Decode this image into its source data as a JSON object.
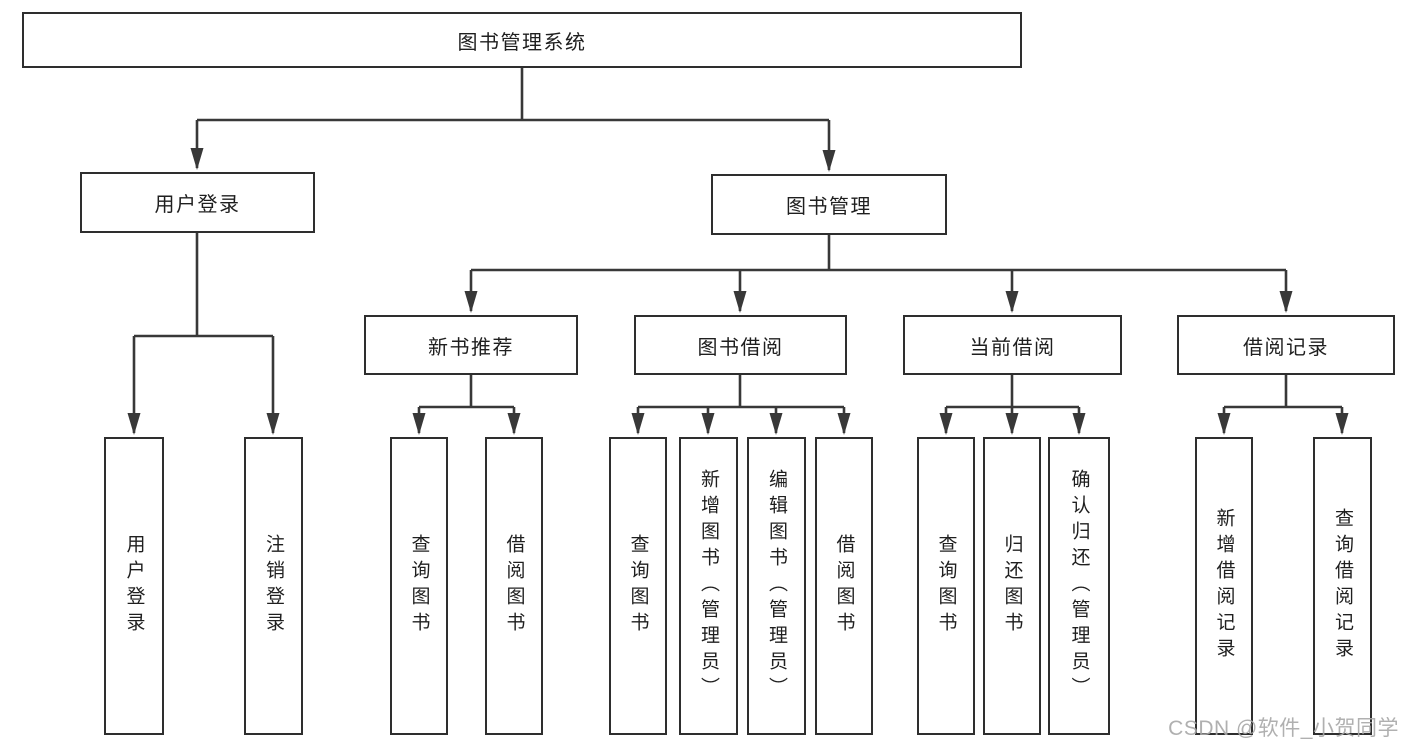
{
  "tree": {
    "root": "图书管理系统",
    "branches": [
      {
        "label": "用户登录",
        "children": [
          "用户登录",
          "注销登录"
        ]
      },
      {
        "label": "图书管理",
        "sections": [
          {
            "label": "新书推荐",
            "children": [
              "查询图书",
              "借阅图书"
            ]
          },
          {
            "label": "图书借阅",
            "children": [
              "查询图书",
              "新增图书（管理员）",
              "编辑图书（管理员）",
              "借阅图书"
            ]
          },
          {
            "label": "当前借阅",
            "children": [
              "查询图书",
              "归还图书",
              "确认归还（管理员）"
            ]
          },
          {
            "label": "借阅记录",
            "children": [
              "新增借阅记录",
              "查询借阅记录"
            ]
          }
        ]
      }
    ]
  },
  "watermark": "CSDN @软件_小贺同学",
  "colors": {
    "line": "#383838",
    "box_border": "#2e2e2e",
    "text": "#1f1f1f",
    "watermark": "#a8a8a8",
    "background": "#ffffff"
  }
}
